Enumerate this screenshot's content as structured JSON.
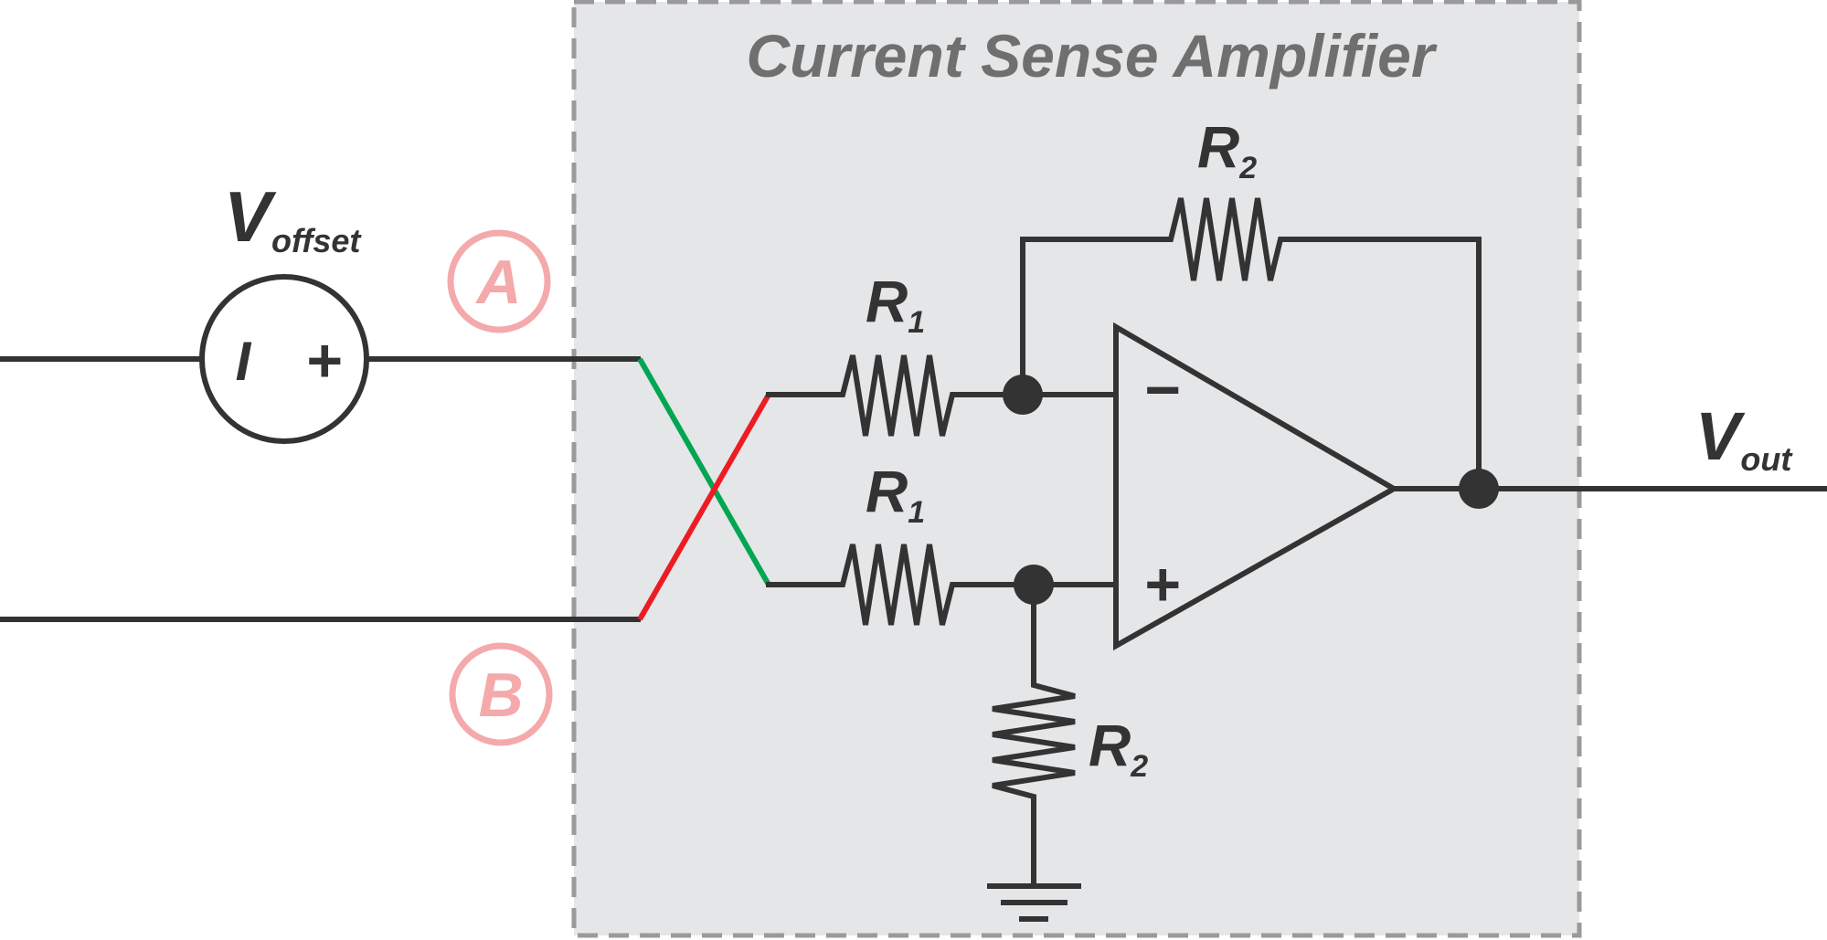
{
  "title": "Current Sense Amplifier",
  "colors": {
    "wire": "#333333",
    "box_fill": "#e5e6e8",
    "box_border": "#9a9a9a",
    "title": "#6f6f6f",
    "swap_green": "#00a651",
    "swap_red": "#ed1c24",
    "marker": "#f4a9ab"
  },
  "source": {
    "label_main": "V",
    "label_sub": "offset",
    "left_symbol": "I",
    "right_symbol": "+"
  },
  "markers": {
    "a": "A",
    "b": "B"
  },
  "resistors": {
    "r1_top": {
      "main": "R",
      "sub": "1"
    },
    "r1_bottom": {
      "main": "R",
      "sub": "1"
    },
    "r2_feedback": {
      "main": "R",
      "sub": "2"
    },
    "r2_ground": {
      "main": "R",
      "sub": "2"
    }
  },
  "opamp": {
    "inverting": "−",
    "non_inverting": "+"
  },
  "output": {
    "label_main": "V",
    "label_sub": "out"
  }
}
